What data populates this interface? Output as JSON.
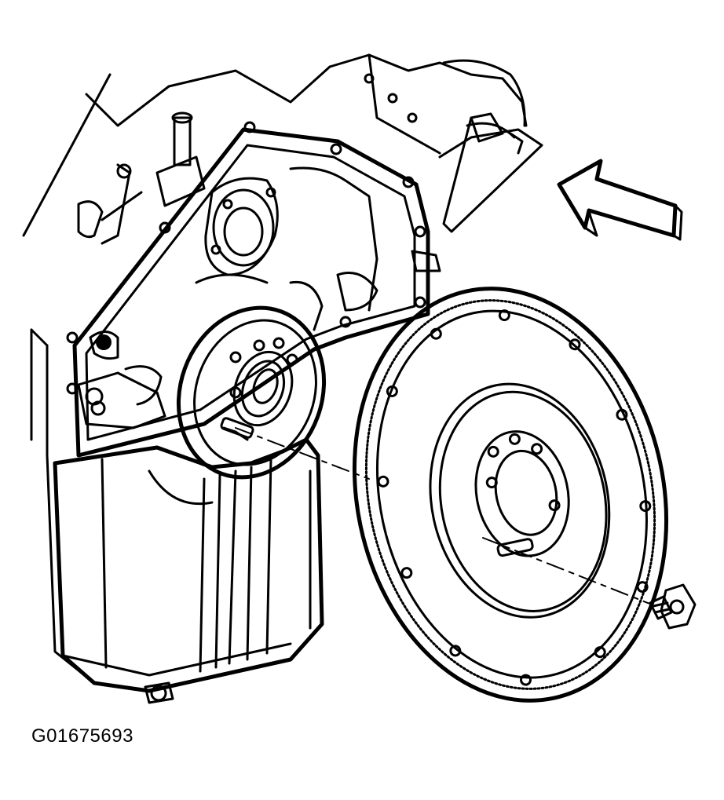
{
  "figure": {
    "caption": "G01675693",
    "colors": {
      "ink": "#000000",
      "paper": "#ffffff"
    },
    "parts": [
      {
        "name": "engine-block",
        "icon": "engine-block-icon"
      },
      {
        "name": "rear-main-seal",
        "icon": "seal-icon"
      },
      {
        "name": "flywheel",
        "icon": "flywheel-icon"
      },
      {
        "name": "flywheel-bolt",
        "icon": "bolt-icon"
      },
      {
        "name": "view-direction-arrow",
        "icon": "arrow-left-icon"
      }
    ]
  }
}
